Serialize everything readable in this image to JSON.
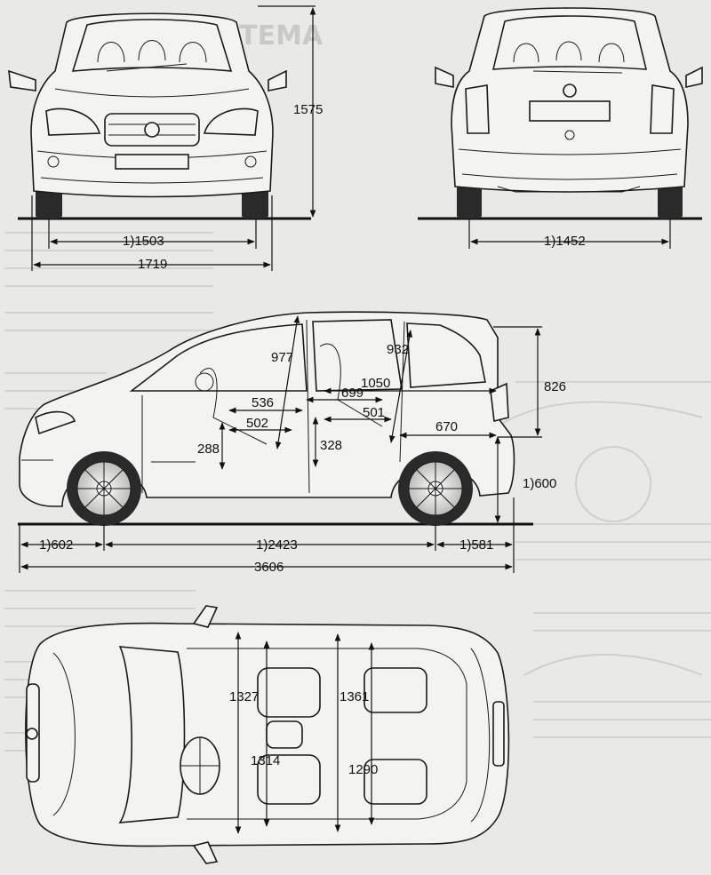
{
  "background": {
    "color": "#e9e9e7",
    "ghost_heading": "СИСТЕМА"
  },
  "front_view": {
    "height_label": "1575",
    "track_label": "1)1503",
    "width_label": "1719"
  },
  "rear_view": {
    "track_label": "1)1452"
  },
  "side_view": {
    "roof_height_label": "977",
    "rear_window_label": "932",
    "upper_rear_label": "826",
    "front_leg_label": "536",
    "front_seat_label": "502",
    "rear_seat_upper_label": "699",
    "rear_seat_lower_label": "501",
    "cargo_length_label": "1050",
    "cargo_floor_label": "670",
    "front_sill_label": "288",
    "rear_sill_label": "328",
    "ground_to_sill_label": "1)600",
    "front_overhang_label": "1)602",
    "wheelbase_label": "1)2423",
    "rear_overhang_label": "1)581",
    "overall_length_label": "3606"
  },
  "top_view": {
    "front_elbow_label": "1327",
    "rear_elbow_label": "1361",
    "front_hip_label": "1314",
    "rear_hip_label": "1290"
  }
}
